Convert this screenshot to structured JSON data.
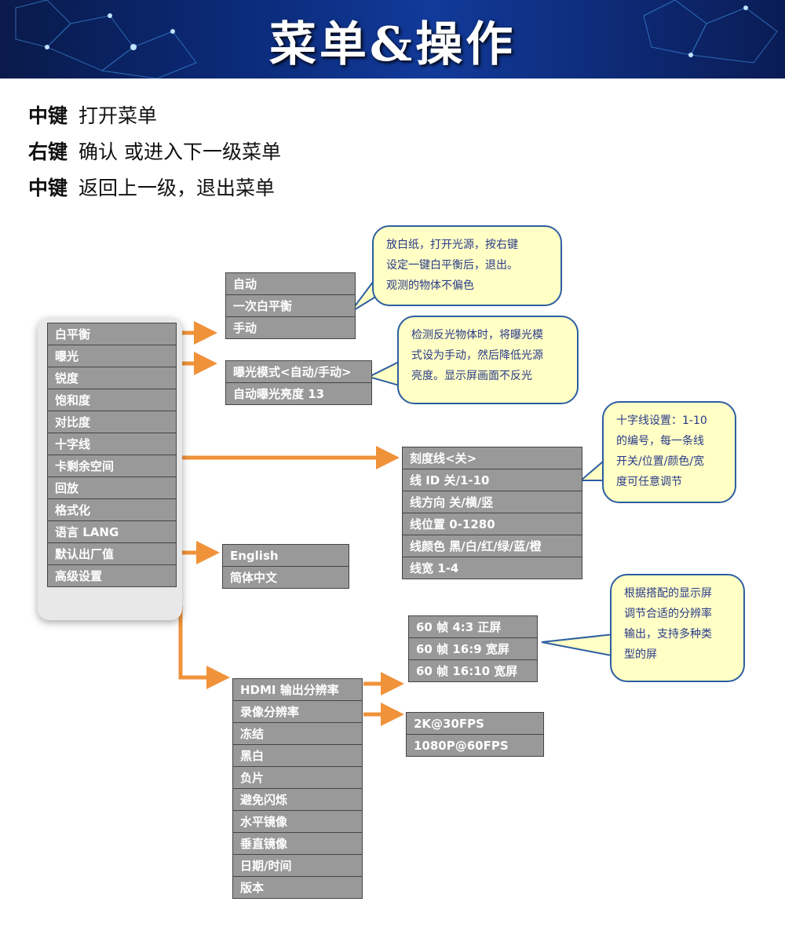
{
  "header": {
    "title": "菜单&操作"
  },
  "instructions": [
    {
      "key": "中键",
      "text": "打开菜单"
    },
    {
      "key": "右键",
      "text": "确认  或进入下一级菜单"
    },
    {
      "key": "中键",
      "text": "返回上一级，退出菜单"
    }
  ],
  "main_menu": [
    "白平衡",
    "曝光",
    "锐度",
    "饱和度",
    "对比度",
    "十字线",
    "卡剩余空间",
    "回放",
    "格式化",
    "语言 LANG",
    "默认出厂值",
    "高级设置"
  ],
  "white_balance_menu": [
    "自动",
    "一次白平衡",
    "手动"
  ],
  "exposure_menu": [
    "曝光模式<自动/手动>",
    "自动曝光亮度 13"
  ],
  "crosshair_menu": [
    "刻度线<关>",
    "线 ID    关/1-10",
    "线方向  关/横/竖",
    "线位置  0-1280",
    "线颜色  黑/白/红/绿/蓝/橙",
    "线宽      1-4"
  ],
  "language_menu": [
    "English",
    "简体中文"
  ],
  "advanced_menu": [
    "HDMI 输出分辨率",
    "录像分辨率",
    "冻结",
    "黑白",
    "负片",
    "避免闪烁",
    "水平镜像",
    "垂直镜像",
    "日期/时间",
    "版本"
  ],
  "hdmi_menu": [
    "60 帧  4:3  正屏",
    "60 帧  16:9 宽屏",
    "60 帧  16:10 宽屏"
  ],
  "record_menu": [
    "2K@30FPS",
    "1080P@60FPS"
  ],
  "callouts": {
    "white_balance": [
      "放白纸，打开光源，按右键",
      "设定一键白平衡后，退出。",
      "观测的物体不偏色"
    ],
    "exposure": [
      "检测反光物体时，将曝光模",
      "式设为手动，然后降低光源",
      "亮度。显示屏画面不反光"
    ],
    "crosshair": [
      "十字线设置：1-10",
      "的编号，每一条线",
      "开关/位置/颜色/宽",
      "度可任意调节"
    ],
    "hdmi": [
      "根据搭配的显示屏",
      "调节合适的分辨率",
      "输出，支持多种类",
      "型的屏"
    ]
  },
  "colors": {
    "arrow": "#f0923a",
    "menu_bg": "#999999",
    "bubble_bg": "#ffffc6",
    "bubble_border": "#2c5ea0"
  }
}
